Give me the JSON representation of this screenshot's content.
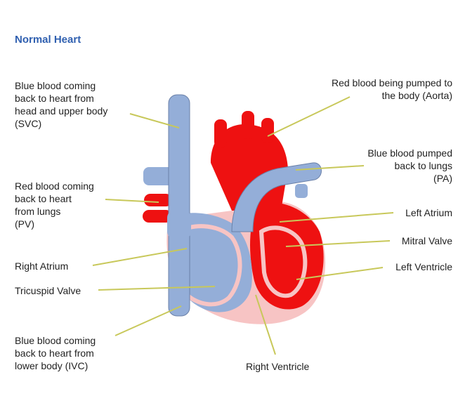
{
  "title": "Normal Heart",
  "labels": {
    "svc": "Blue blood coming\nback to heart from\nhead and upper body\n(SVC)",
    "pv": "Red blood coming\nback to heart\nfrom lungs\n(PV)",
    "right_atrium": "Right Atrium",
    "tricuspid": "Tricuspid Valve",
    "ivc": "Blue blood coming\nback to heart from\nlower body (IVC)",
    "aorta": "Red blood being pumped to\nthe body (Aorta)",
    "pa": "Blue blood pumped\nback to lungs\n(PA)",
    "left_atrium": "Left Atrium",
    "mitral": "Mitral Valve",
    "left_ventricle": "Left Ventricle",
    "right_ventricle": "Right Ventricle"
  },
  "colors": {
    "oxygenated": "#ee1111",
    "deoxygenated": "#94aed8",
    "wall": "#f7c4c4",
    "leader": "#c8c85a",
    "outline": "#6a80a8"
  }
}
